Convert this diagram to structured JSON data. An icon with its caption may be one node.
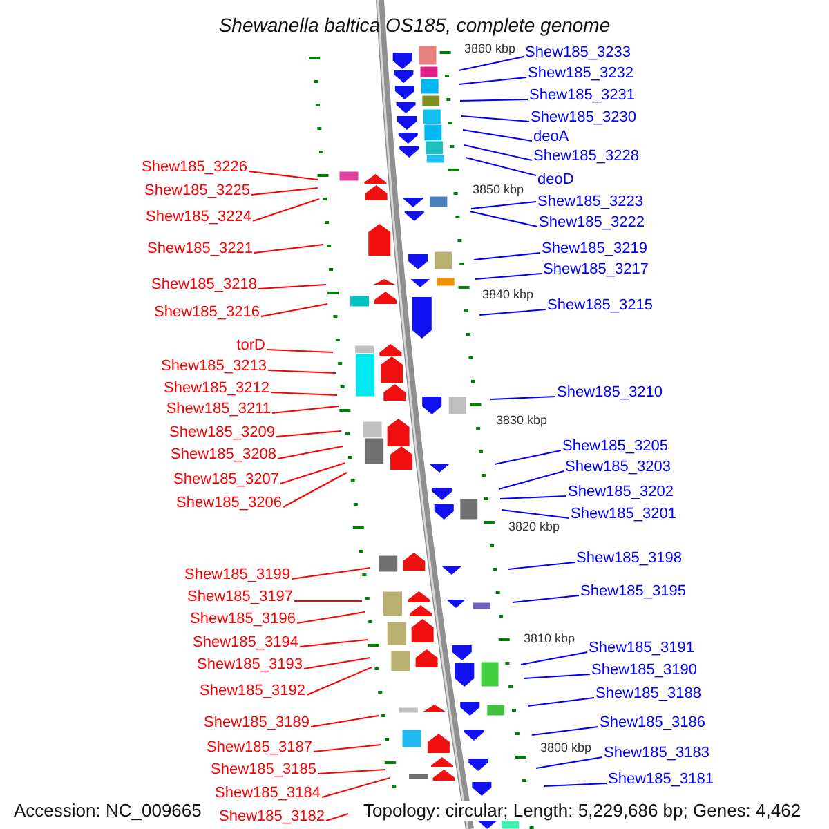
{
  "diagram": {
    "title": "Shewanella baltica OS185, complete genome",
    "nodes": [
      {
        "text": [
          "Shew185_3226"
        ]
      },
      {
        "text": [
          "Shew185_3225"
        ]
      },
      {
        "text": [
          "Shew185_3224"
        ]
      },
      {
        "text": [
          "Shew185_3221"
        ]
      },
      {
        "text": [
          "Shew185_3218"
        ]
      },
      {
        "text": [
          "Shew185_3216"
        ]
      },
      {
        "text": [
          "torD"
        ]
      },
      {
        "text": [
          "Shew185_3213"
        ]
      },
      {
        "text": [
          "Shew185_3212"
        ]
      },
      {
        "text": [
          "Shew185_3211"
        ]
      },
      {
        "text": [
          "Shew185_3209"
        ]
      },
      {
        "text": [
          "Shew185_3208"
        ]
      },
      {
        "text": [
          "Shew185_3207"
        ]
      },
      {
        "text": [
          "Shew185_3206"
        ]
      },
      {
        "text": [
          "Shew185_3199"
        ]
      },
      {
        "text": [
          "Shew185_3197"
        ]
      },
      {
        "text": [
          "Shew185_3196"
        ]
      },
      {
        "text": [
          "Shew185_3194"
        ]
      },
      {
        "text": [
          "Shew185_3193"
        ]
      },
      {
        "text": [
          "Shew185_3192"
        ]
      },
      {
        "text": [
          "Shew185_3189"
        ]
      },
      {
        "text": [
          "Shew185_3187"
        ]
      },
      {
        "text": [
          "Shew185_3185"
        ]
      },
      {
        "text": [
          "Shew185_3184"
        ]
      },
      {
        "text": [
          "Shew185_3182"
        ]
      },
      {
        "text": [
          "Shew185_3233"
        ]
      },
      {
        "text": [
          "Shew185_3232"
        ]
      },
      {
        "text": [
          "Shew185_3231"
        ]
      },
      {
        "text": [
          "Shew185_3230"
        ]
      },
      {
        "text": [
          "deoA"
        ]
      },
      {
        "text": [
          "Shew185_3228"
        ]
      },
      {
        "text": [
          "deoD"
        ]
      },
      {
        "text": [
          "Shew185_3223"
        ]
      },
      {
        "text": [
          "Shew185_3222"
        ]
      },
      {
        "text": [
          "Shew185_3219"
        ]
      },
      {
        "text": [
          "Shew185_3217"
        ]
      },
      {
        "text": [
          "Shew185_3215"
        ]
      },
      {
        "text": [
          "Shew185_3210"
        ]
      },
      {
        "text": [
          "Shew185_3205"
        ]
      },
      {
        "text": [
          "Shew185_3203"
        ]
      },
      {
        "text": [
          "Shew185_3202"
        ]
      },
      {
        "text": [
          "Shew185_3201"
        ]
      },
      {
        "text": [
          "Shew185_3198"
        ]
      },
      {
        "text": [
          "Shew185_3195"
        ]
      },
      {
        "text": [
          "Shew185_3191"
        ]
      },
      {
        "text": [
          "Shew185_3190"
        ]
      },
      {
        "text": [
          "Shew185_3188"
        ]
      },
      {
        "text": [
          "Shew185_3186"
        ]
      },
      {
        "text": [
          "Shew185_3183"
        ]
      },
      {
        "text": [
          "Shew185_3181"
        ]
      }
    ],
    "edges": [
      {
        "from": 0,
        "to": null,
        "arrow": "none",
        "color": "#ff0000"
      },
      {
        "from": 1,
        "to": null,
        "arrow": "none",
        "color": "#ff0000"
      },
      {
        "from": 2,
        "to": null,
        "arrow": "none",
        "color": "#ff0000"
      },
      {
        "from": 3,
        "to": null,
        "arrow": "none",
        "color": "#ff0000"
      },
      {
        "from": 4,
        "to": null,
        "arrow": "none",
        "color": "#ff0000"
      },
      {
        "from": 5,
        "to": null,
        "arrow": "none",
        "color": "#ff0000"
      },
      {
        "from": 6,
        "to": null,
        "arrow": "none",
        "color": "#ff0000"
      },
      {
        "from": 7,
        "to": null,
        "arrow": "none",
        "color": "#ff0000"
      },
      {
        "from": 8,
        "to": null,
        "arrow": "none",
        "color": "#ff0000"
      },
      {
        "from": 9,
        "to": null,
        "arrow": "none",
        "color": "#ff0000"
      },
      {
        "from": 10,
        "to": null,
        "arrow": "none",
        "color": "#ff0000"
      },
      {
        "from": 11,
        "to": null,
        "arrow": "none",
        "color": "#ff0000"
      },
      {
        "from": 12,
        "to": null,
        "arrow": "none",
        "color": "#ff0000"
      },
      {
        "from": 13,
        "to": null,
        "arrow": "none",
        "color": "#ff0000"
      },
      {
        "from": 14,
        "to": null,
        "arrow": "none",
        "color": "#ff0000"
      },
      {
        "from": 15,
        "to": null,
        "arrow": "none",
        "color": "#ff0000"
      },
      {
        "from": 16,
        "to": null,
        "arrow": "none",
        "color": "#ff0000"
      },
      {
        "from": 17,
        "to": null,
        "arrow": "none",
        "color": "#ff0000"
      },
      {
        "from": 18,
        "to": null,
        "arrow": "none",
        "color": "#ff0000"
      },
      {
        "from": 19,
        "to": null,
        "arrow": "none",
        "color": "#ff0000"
      },
      {
        "from": 20,
        "to": null,
        "arrow": "none",
        "color": "#ff0000"
      },
      {
        "from": 21,
        "to": null,
        "arrow": "none",
        "color": "#ff0000"
      },
      {
        "from": 22,
        "to": null,
        "arrow": "none",
        "color": "#ff0000"
      },
      {
        "from": 23,
        "to": null,
        "arrow": "none",
        "color": "#ff0000"
      },
      {
        "from": 24,
        "to": null,
        "arrow": "none",
        "color": "#ff0000"
      },
      {
        "from": 25,
        "to": null,
        "arrow": "none",
        "color": "#0000ff"
      },
      {
        "from": 26,
        "to": null,
        "arrow": "none",
        "color": "#0000ff"
      },
      {
        "from": 27,
        "to": null,
        "arrow": "none",
        "color": "#0000ff"
      },
      {
        "from": 28,
        "to": null,
        "arrow": "none",
        "color": "#0000ff"
      },
      {
        "from": 29,
        "to": null,
        "arrow": "none",
        "color": "#0000ff"
      },
      {
        "from": 30,
        "to": null,
        "arrow": "none",
        "color": "#0000ff"
      },
      {
        "from": 31,
        "to": null,
        "arrow": "none",
        "color": "#0000ff"
      },
      {
        "from": 32,
        "to": null,
        "arrow": "none",
        "color": "#0000ff"
      },
      {
        "from": 33,
        "to": null,
        "arrow": "none",
        "color": "#0000ff"
      },
      {
        "from": 34,
        "to": null,
        "arrow": "none",
        "color": "#0000ff"
      },
      {
        "from": 35,
        "to": null,
        "arrow": "none",
        "color": "#0000ff"
      },
      {
        "from": 36,
        "to": null,
        "arrow": "none",
        "color": "#0000ff"
      },
      {
        "from": 37,
        "to": null,
        "arrow": "none",
        "color": "#0000ff"
      },
      {
        "from": 38,
        "to": null,
        "arrow": "none",
        "color": "#0000ff"
      },
      {
        "from": 39,
        "to": null,
        "arrow": "none",
        "color": "#0000ff"
      },
      {
        "from": 40,
        "to": null,
        "arrow": "none",
        "color": "#0000ff"
      },
      {
        "from": 41,
        "to": null,
        "arrow": "none",
        "color": "#0000ff"
      },
      {
        "from": 42,
        "to": null,
        "arrow": "none",
        "color": "#0000ff"
      },
      {
        "from": 43,
        "to": null,
        "arrow": "none",
        "color": "#0000ff"
      },
      {
        "from": 44,
        "to": null,
        "arrow": "none",
        "color": "#0000ff"
      },
      {
        "from": 45,
        "to": null,
        "arrow": "none",
        "color": "#0000ff"
      },
      {
        "from": 46,
        "to": null,
        "arrow": "none",
        "color": "#0000ff"
      },
      {
        "from": 47,
        "to": null,
        "arrow": "none",
        "color": "#0000ff"
      },
      {
        "from": 48,
        "to": null,
        "arrow": "none",
        "color": "#0000ff"
      },
      {
        "from": 49,
        "to": null,
        "arrow": "none",
        "color": "#0000ff"
      }
    ],
    "labels": [
      "3860 kbp",
      "3850 kbp",
      "3840 kbp",
      "3830 kbp",
      "3820 kbp",
      "3810 kbp",
      "3800 kbp",
      "Accession: NC_009665",
      "Topology: circular; Length: 5,229,686 bp; Genes: 4,462"
    ]
  }
}
